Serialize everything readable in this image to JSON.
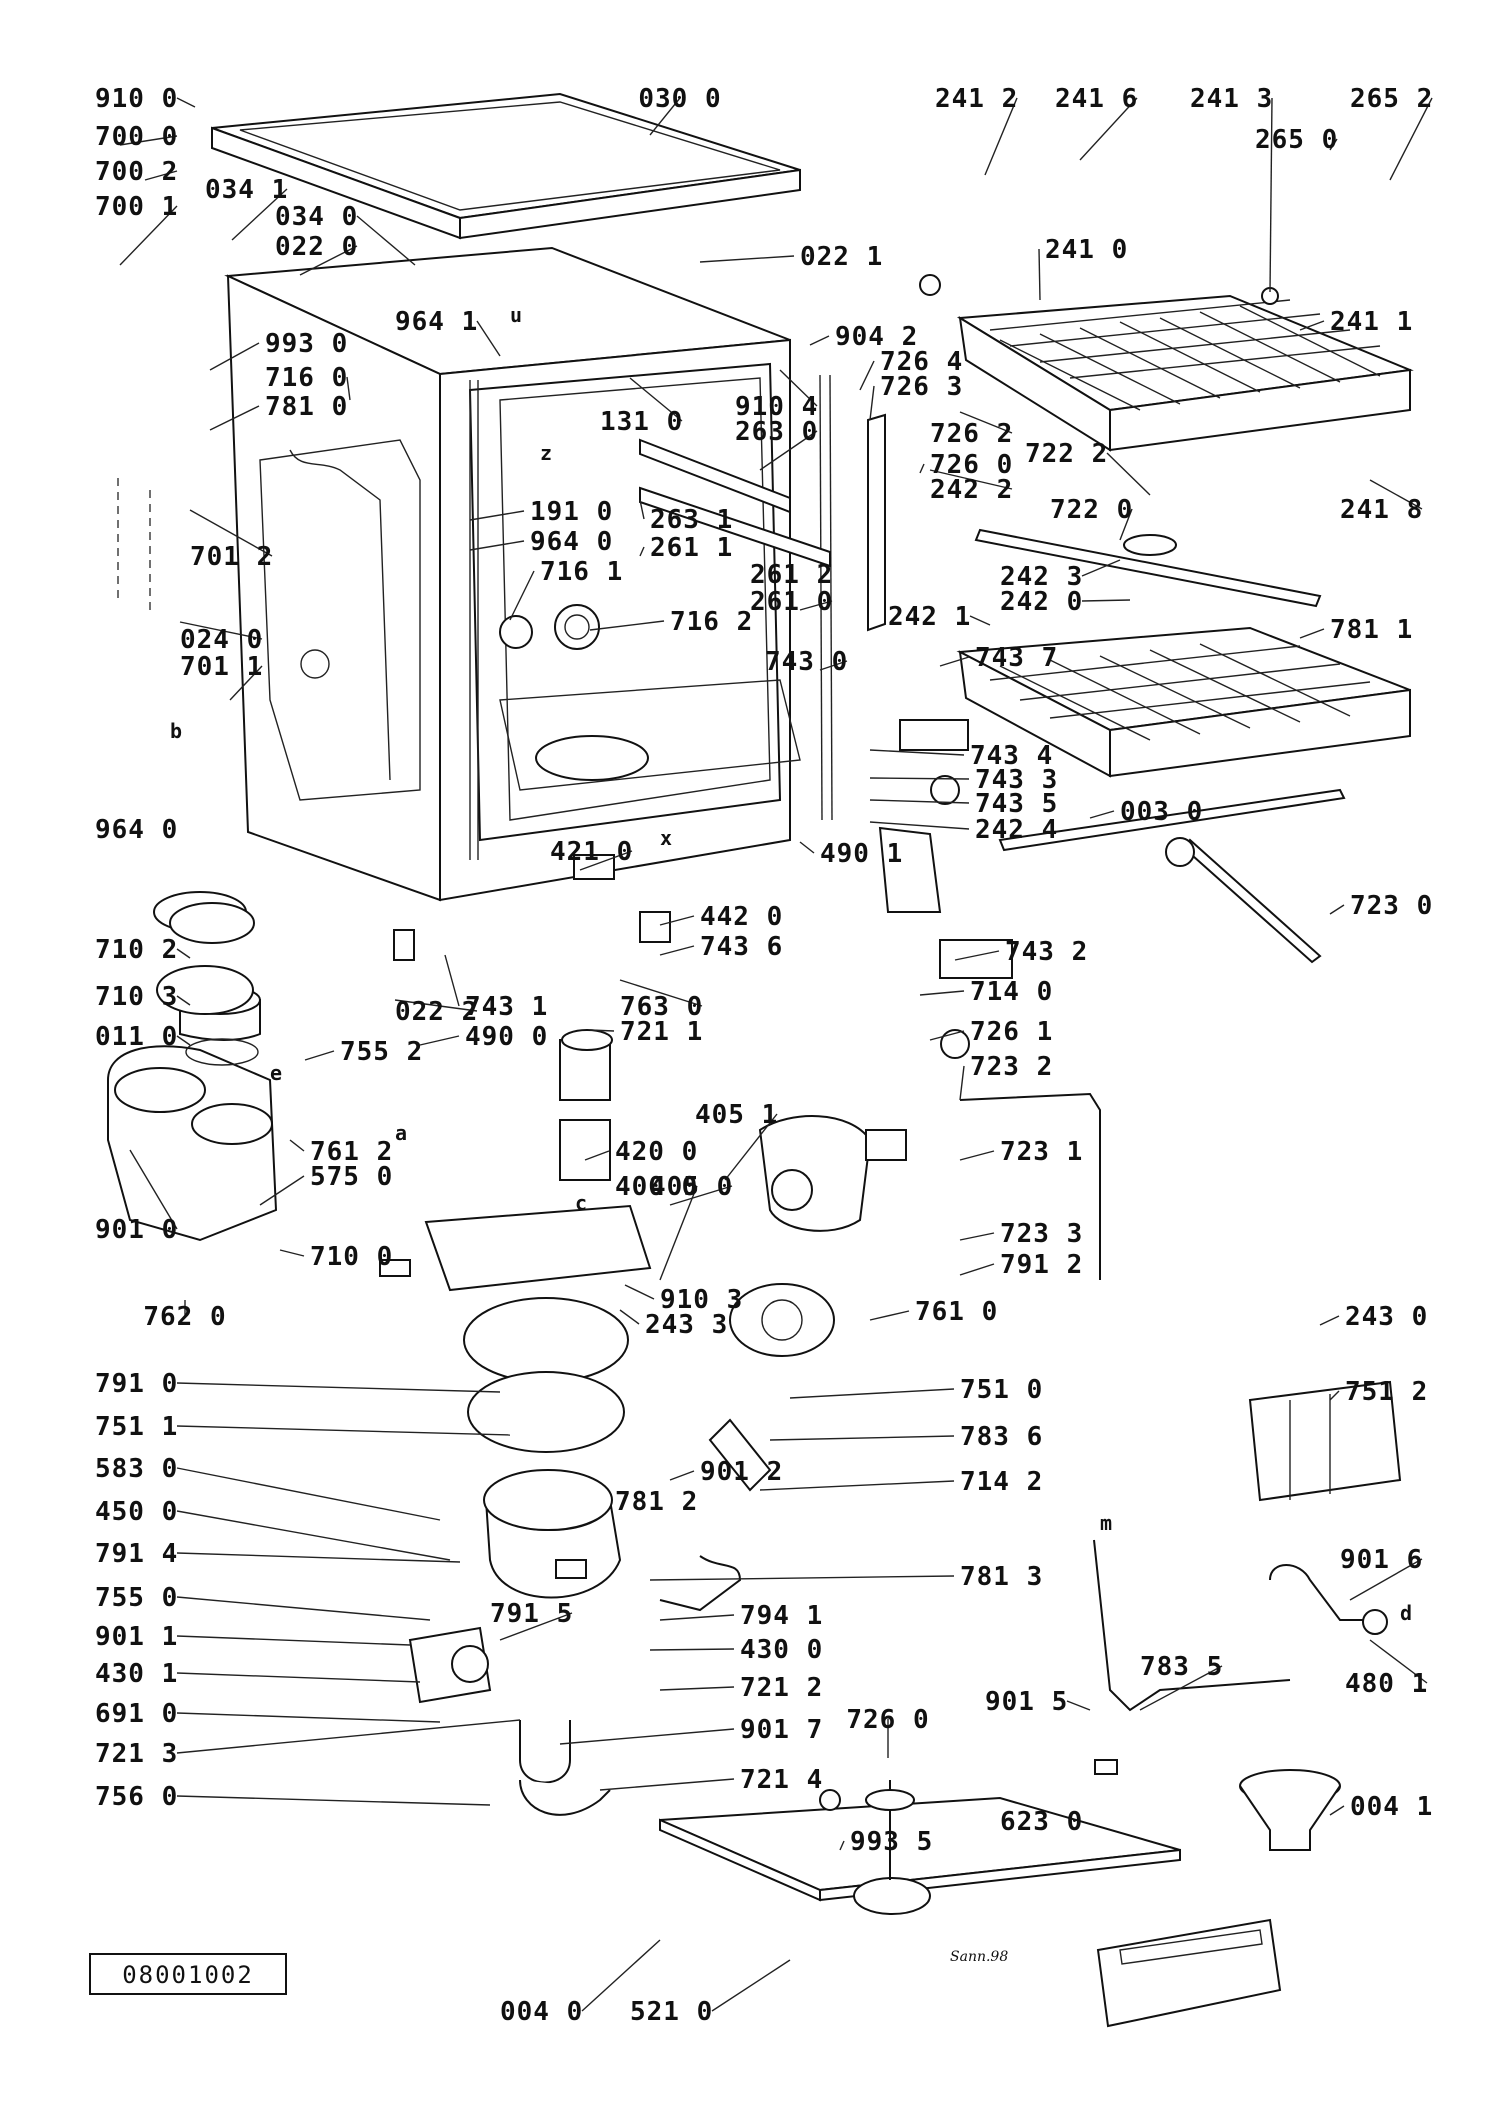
{
  "document_id": "08001002",
  "signature": "Sann.98",
  "parts": [
    "910 0",
    "030 0",
    "700 0",
    "700 2",
    "700 1",
    "034 1",
    "034 0",
    "022 0",
    "022 1",
    "964 1",
    "993 0",
    "716 0",
    "781 0",
    "131 0",
    "910 4",
    "263 0",
    "904 2",
    "726 4",
    "726 3",
    "241 2",
    "241 6",
    "241 3",
    "265 2",
    "265 0",
    "241 0",
    "241 1",
    "241 8",
    "722 2",
    "722 0",
    "191 0",
    "964 0",
    "716 1",
    "716 2",
    "263 1",
    "261 1",
    "261 2",
    "261 0",
    "726 2",
    "726 0",
    "242 2",
    "242 3",
    "242 0",
    "242 1",
    "781 1",
    "701 2",
    "024 0",
    "701 1",
    "964 0",
    "743 0",
    "743 7",
    "743 4",
    "743 3",
    "743 5",
    "242 4",
    "003 0",
    "490 1",
    "421 0",
    "442 0",
    "743 6",
    "743 2",
    "714 0",
    "710 2",
    "710 3",
    "011 0",
    "022 2",
    "755 2",
    "743 1",
    "490 0",
    "763 0",
    "721 1",
    "723 0",
    "726 1",
    "723 2",
    "723 1",
    "723 3",
    "791 2",
    "901 0",
    "761 2",
    "575 0",
    "710 0",
    "762 0",
    "420 0",
    "400 0",
    "405 1",
    "405 0",
    "761 0",
    "910 3",
    "243 3",
    "243 0",
    "751 2",
    "791 0",
    "751 1",
    "901 2",
    "751 0",
    "583 0",
    "783 6",
    "450 0",
    "714 2",
    "791 4",
    "781 2",
    "755 0",
    "781 3",
    "901 1",
    "794 1",
    "430 1",
    "791 5",
    "430 0",
    "691 0",
    "721 2",
    "721 3",
    "901 7",
    "721 4",
    "756 0",
    "726 0",
    "901 5",
    "783 5",
    "901 6",
    "480 1",
    "623 0",
    "993 5",
    "004 1",
    "004 0",
    "521 0"
  ],
  "letters": [
    "a",
    "b",
    "c",
    "d",
    "e",
    "m",
    "u",
    "x",
    "z"
  ]
}
